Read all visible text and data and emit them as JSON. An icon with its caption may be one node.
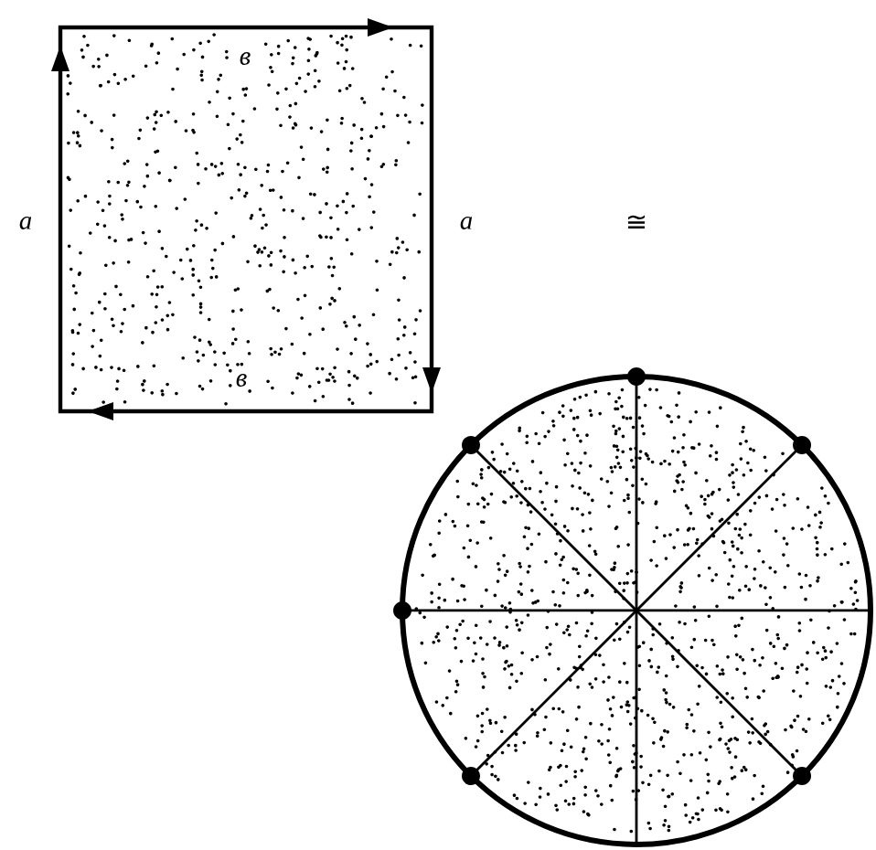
{
  "diagram": {
    "labels": [
      "в",
      "a",
      "a",
      "≅",
      "в"
    ]
  }
}
